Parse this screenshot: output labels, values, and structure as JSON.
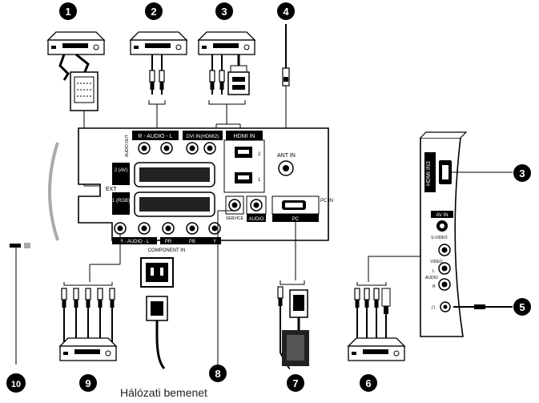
{
  "callouts": [
    {
      "number": "1"
    },
    {
      "number": "2"
    },
    {
      "number": "3"
    },
    {
      "number": "4"
    },
    {
      "number": "5"
    },
    {
      "number": "6"
    },
    {
      "number": "7"
    },
    {
      "number": "8"
    },
    {
      "number": "9"
    },
    {
      "number": "10"
    }
  ],
  "caption": "Hálózati bemenet",
  "panel_labels": {
    "audio_out": "AUDIO OUT",
    "audio_r_l": "R - AUDIO - L",
    "dvi_in": "DVI IN(HDMI2)",
    "hdmi_in": "HDMI IN",
    "hdmi_2": "2",
    "hdmi_1": "1",
    "ant_in": "ANT IN",
    "ext": "EXT",
    "ext_2": "2 (AV)",
    "ext_1": "1 (RGB)",
    "service": "SERVICE",
    "audio": "AUDIO",
    "pc": "PC",
    "pc_in": "PC IN",
    "component_in": "COMPONENT IN",
    "comp_audio": "R - AUDIO - L",
    "pr": "PR",
    "pb": "PB",
    "y": "Y"
  },
  "side_labels": {
    "hdmi_in3": "HDMI IN3",
    "av_in": "AV IN",
    "s_video": "S-VIDEO",
    "video": "VIDEO",
    "l": "L",
    "audio": "AUDIO",
    "r": "R"
  }
}
